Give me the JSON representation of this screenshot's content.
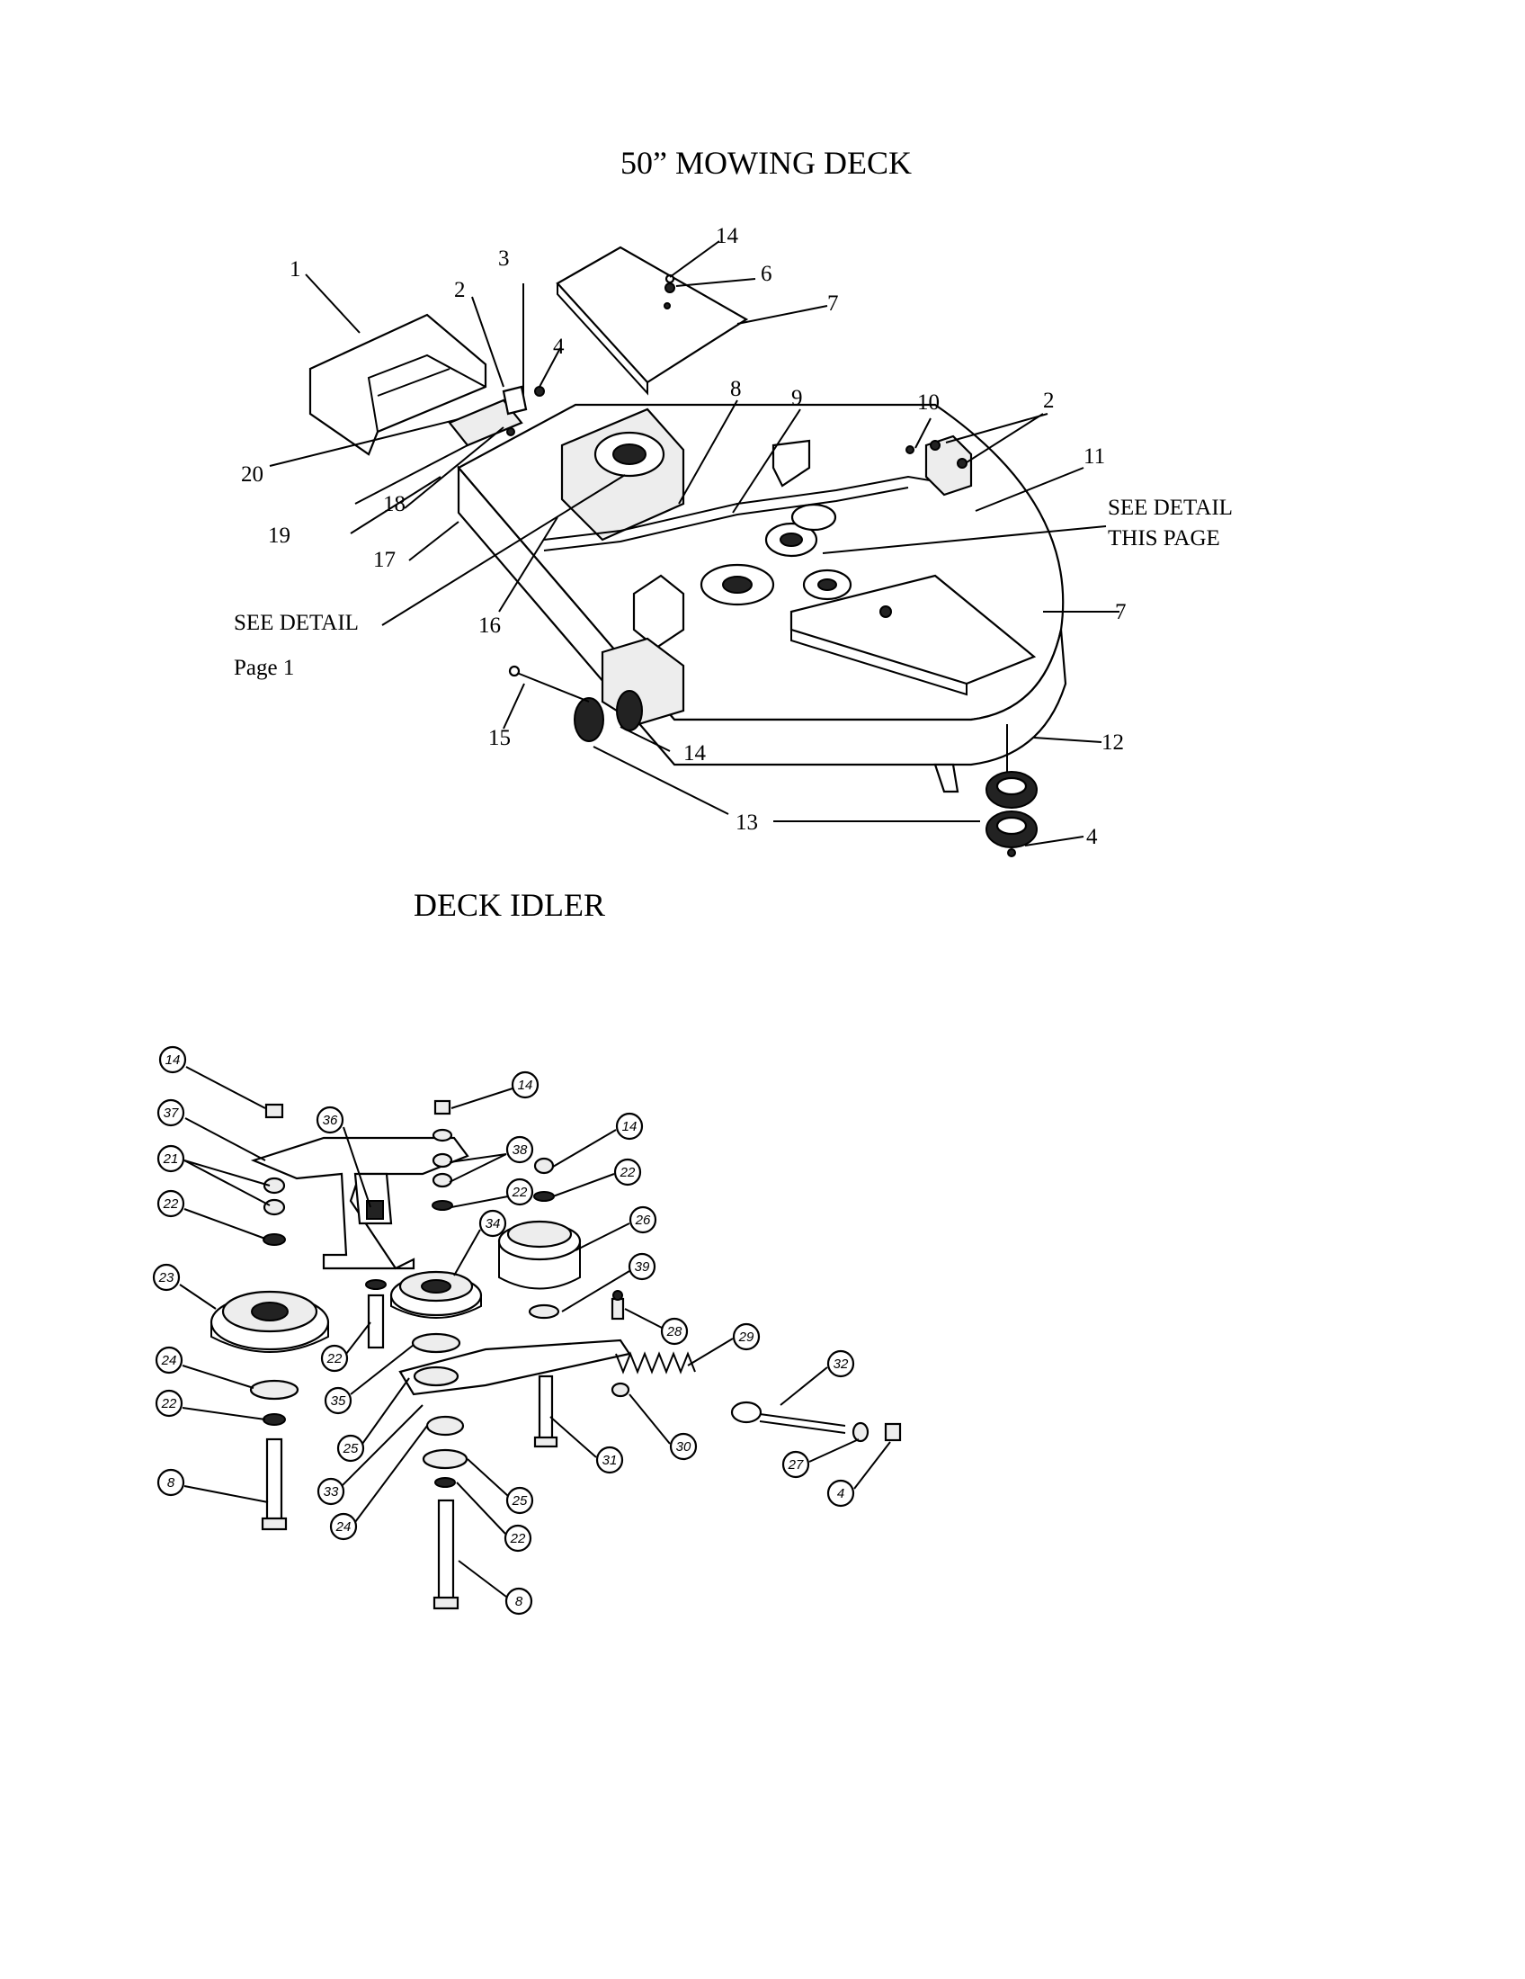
{
  "titles": {
    "mowing_deck": "50” MOWING DECK",
    "deck_idler": "DECK IDLER"
  },
  "notes": {
    "see_detail_page1_a": "SEE DETAIL",
    "see_detail_page1_b": "Page 1",
    "see_detail_this_page_a": "SEE DETAIL",
    "see_detail_this_page_b": "THIS PAGE"
  },
  "deck_callouts": [
    "1",
    "2",
    "3",
    "4",
    "14",
    "6",
    "7",
    "8",
    "9",
    "10",
    "2",
    "11",
    "20",
    "18",
    "19",
    "17",
    "16",
    "7",
    "15",
    "14",
    "12",
    "13",
    "4"
  ],
  "idler_callouts": [
    "14",
    "37",
    "21",
    "22",
    "23",
    "24",
    "22",
    "8",
    "36",
    "14",
    "38",
    "22",
    "34",
    "14",
    "22",
    "26",
    "39",
    "22",
    "35",
    "25",
    "33",
    "24",
    "25",
    "22",
    "8",
    "28",
    "29",
    "30",
    "31",
    "32",
    "27",
    "4"
  ]
}
